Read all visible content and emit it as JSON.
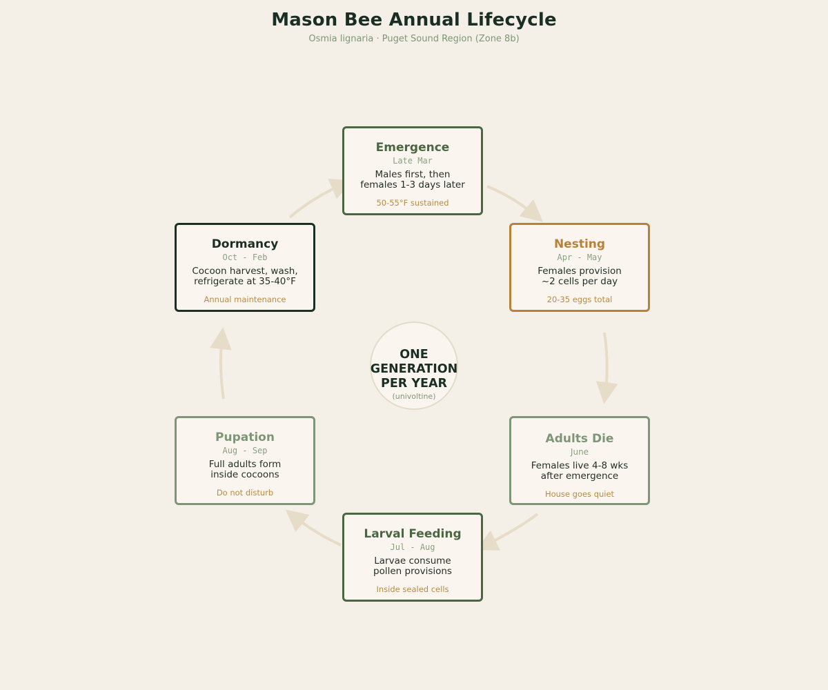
{
  "header": {
    "title": "Mason Bee Annual Lifecycle",
    "subtitle": "Osmia lignaria  ·  Puget Sound Region (Zone 8b)"
  },
  "center": {
    "line1": "ONE",
    "line2": "GENERATION",
    "line3": "PER YEAR",
    "sub": "(univoltine)"
  },
  "stages": [
    {
      "name": "Emergence",
      "period": "Late Mar",
      "desc1": "Males first, then",
      "desc2": "females 1-3 days later",
      "note": "50-55°F sustained",
      "border": "#4a6642",
      "name_color": "#4a6642"
    },
    {
      "name": "Nesting",
      "period": "Apr - May",
      "desc1": "Females provision",
      "desc2": "~2 cells per day",
      "note": "20-35 eggs total",
      "border": "#b98039",
      "name_color": "#b98039"
    },
    {
      "name": "Adults Die",
      "period": "June",
      "desc1": "Females live 4-8 wks",
      "desc2": "after emergence",
      "note": "House goes quiet",
      "border": "#7f9577",
      "name_color": "#7f9577"
    },
    {
      "name": "Larval Feeding",
      "period": "Jul - Aug",
      "desc1": "Larvae consume",
      "desc2": "pollen provisions",
      "note": "Inside sealed cells",
      "border": "#4a6642",
      "name_color": "#4a6642"
    },
    {
      "name": "Pupation",
      "period": "Aug - Sep",
      "desc1": "Full adults form",
      "desc2": "inside cocoons",
      "note": "Do not disturb",
      "border": "#7f9577",
      "name_color": "#7f9577"
    },
    {
      "name": "Dormancy",
      "period": "Oct - Feb",
      "desc1": "Cocoon harvest, wash,",
      "desc2": "refrigerate at 35-40°F",
      "note": "Annual maintenance",
      "border": "#1b2e24",
      "name_color": "#1b2e24"
    }
  ],
  "colors": {
    "background": "#f4f0e8",
    "card_fill": "#faf6ef",
    "arrow": "#e6dcc8",
    "note": "#b98a45"
  }
}
